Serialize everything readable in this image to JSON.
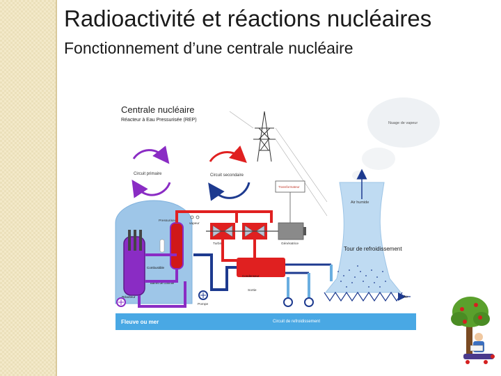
{
  "slide": {
    "title": "Radioactivité et réactions nucléaires",
    "subtitle": "Fonctionnement d’une centrale nucléaire"
  },
  "diagram": {
    "heading": "Centrale nucléaire",
    "subheading": "Réacteur à Eau Pressurisée (REP)",
    "labels": {
      "cloud": "Nuage de vapeur",
      "primary_circuit": "Circuit primaire",
      "secondary_circuit": "Circuit secondaire",
      "transformer": "Transformateur",
      "humid_air": "Air humide",
      "pressurizer": "Pressuriseur",
      "steam": "vapeur",
      "turbine": "Turbine",
      "generator": "Génératrice",
      "cooling_tower": "Tour de refroidissement",
      "fuel": "Combustible",
      "control_rods": "Barres de contrôle",
      "condenser": "Condenseur",
      "outlet": "Sortie",
      "reactor": "Réacteur",
      "pump": "Pompe",
      "air": "Air",
      "river": "Fleuve ou mer",
      "cooling_circuit": "Circuit de refroidissement"
    }
  },
  "colors": {
    "primary": "#8a2cc4",
    "secondary_red": "#e02020",
    "cold_blue": "#1d3a8f",
    "cooling_light": "#6aaee0",
    "water": "#49a8e4",
    "tower": "#bfdbf2",
    "containment": "#9ec6e8"
  }
}
